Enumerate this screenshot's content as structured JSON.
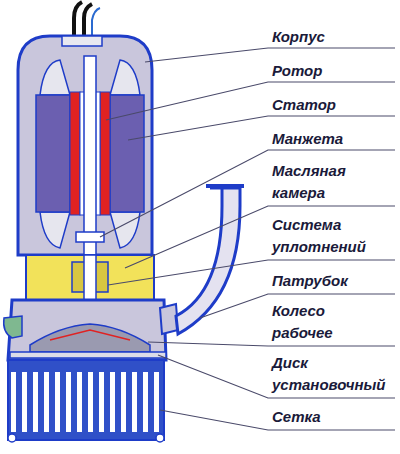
{
  "diagram": {
    "labels": [
      "Корпус",
      "Ротор",
      "Статор",
      "Манжета",
      "Масляная камера",
      "Система уплотнений",
      "Патрубок",
      "Колесо рабочее",
      "Диск установочный",
      "Сетка"
    ]
  }
}
